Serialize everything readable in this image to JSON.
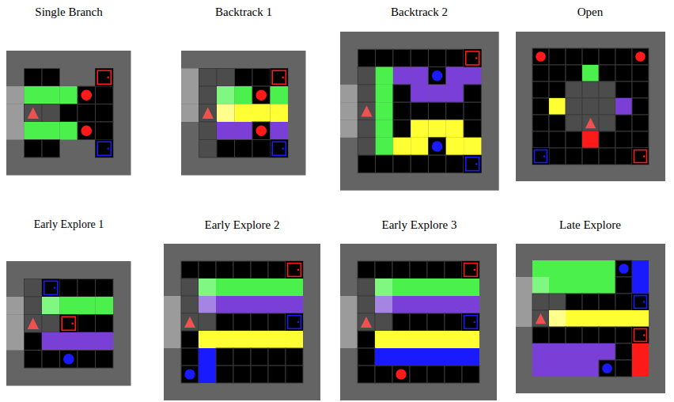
{
  "diagram": {
    "labels": [
      "Single Branch",
      "Backtrack 1",
      "Backtrack 2",
      "Open",
      "Early Explore 1",
      "Early Explore 2",
      "Early Explore 3",
      "Late Explore"
    ]
  }
}
